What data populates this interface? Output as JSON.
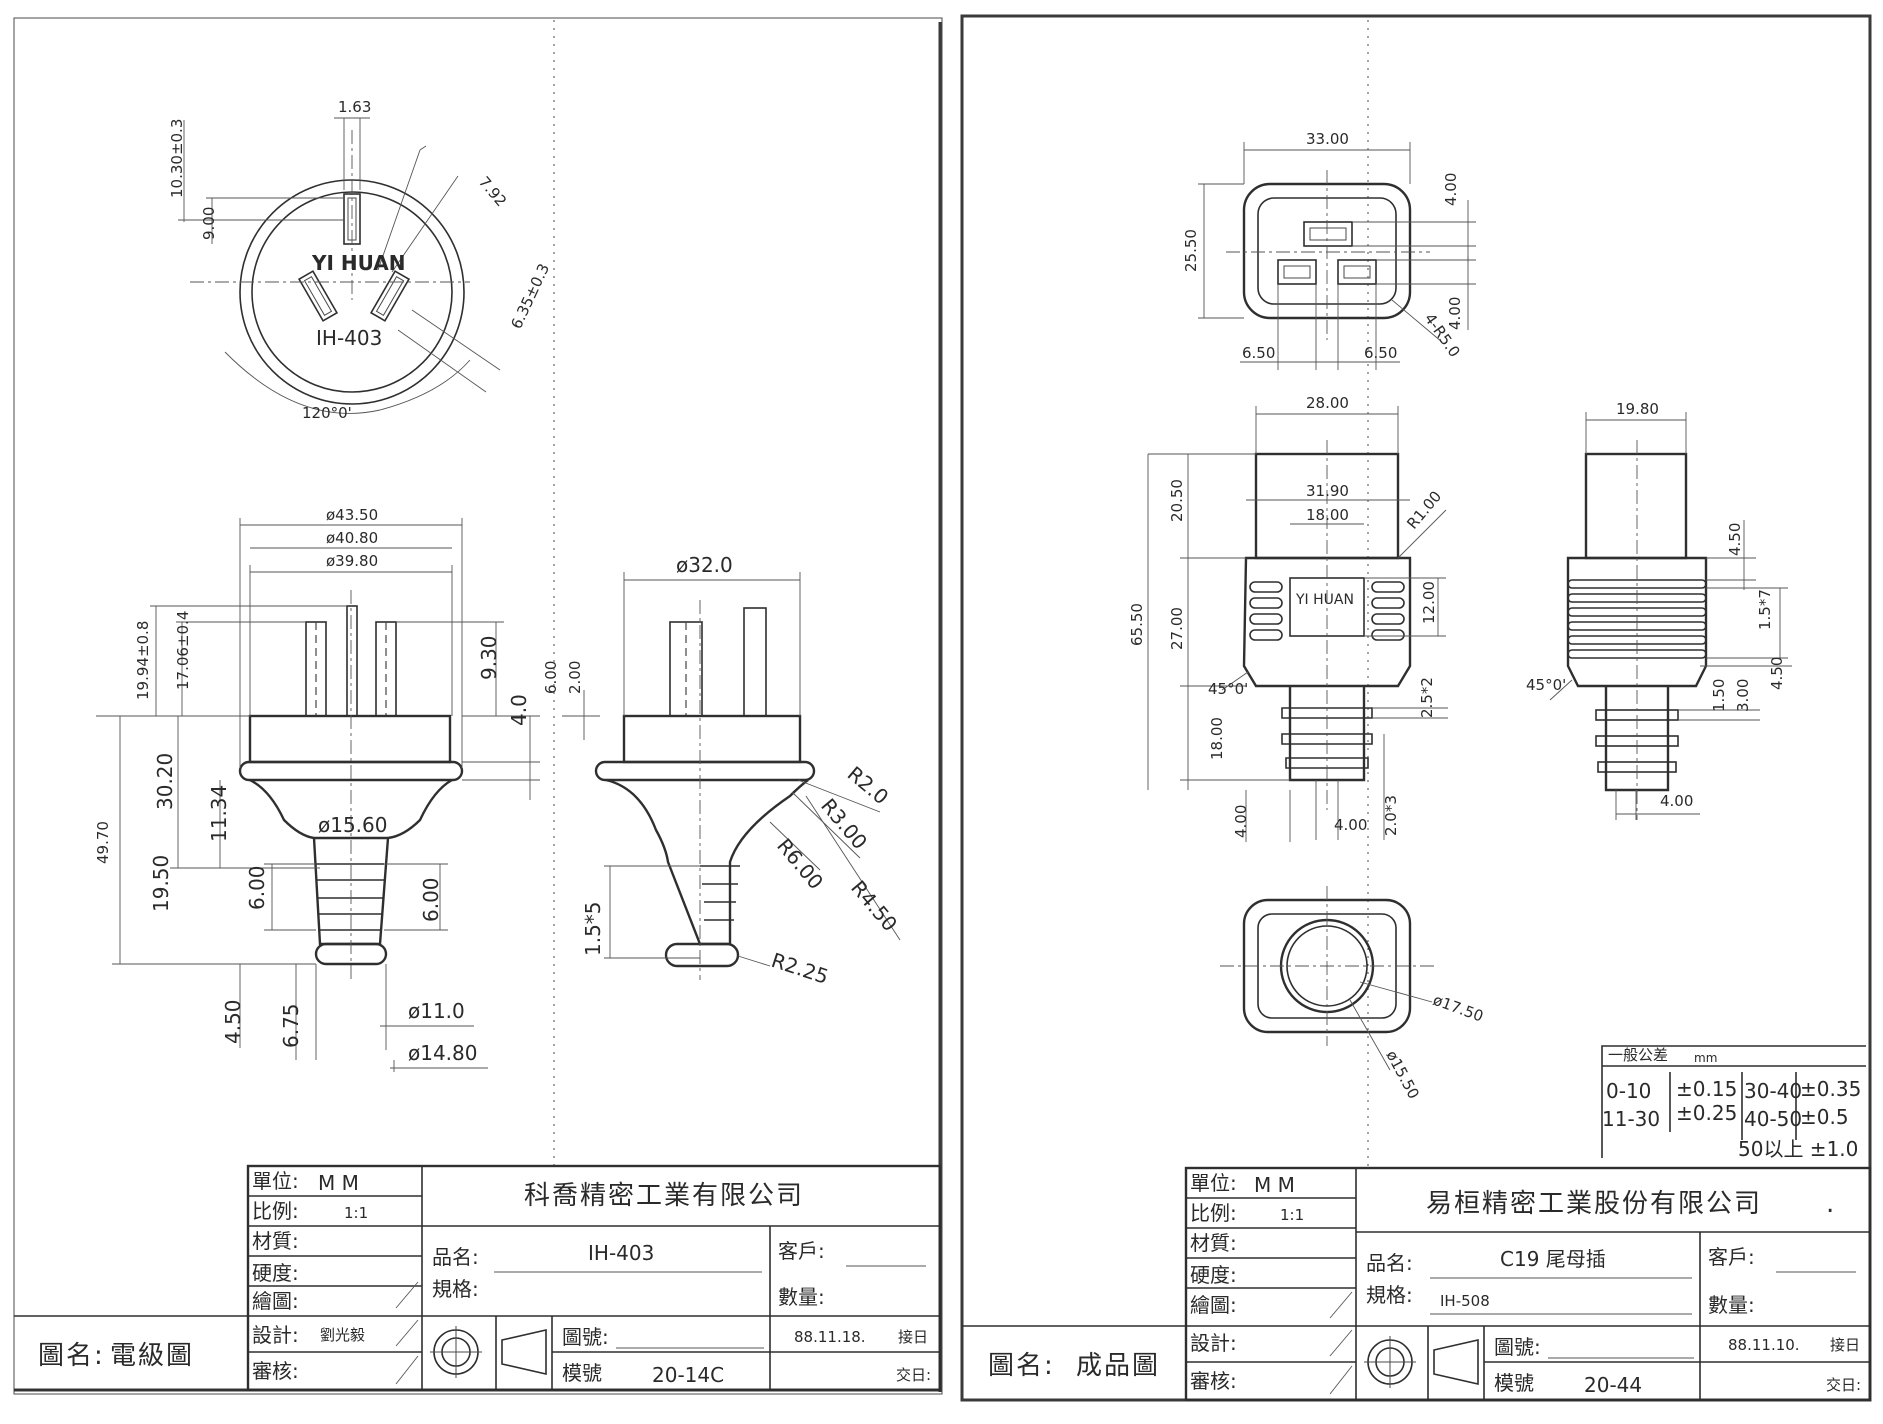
{
  "left_sheet": {
    "face_view": {
      "dims": [
        "1.63",
        "10.30±0.3",
        "9.00",
        "7.92",
        "6.35±0.3",
        "120°0'"
      ],
      "markings": [
        "YI HUAN",
        "IH-403"
      ]
    },
    "front_view": {
      "dims": [
        "ø43.50",
        "ø40.80",
        "ø39.80",
        "19.94±0.8",
        "17.06±0.4",
        "9.30",
        "4.0",
        "6.00",
        "2.00",
        "30.20",
        "11.34",
        "49.70",
        "ø15.60",
        "6.00",
        "6.00",
        "19.50",
        "4.50",
        "6.75",
        "ø11.0",
        "ø14.80"
      ]
    },
    "side_view": {
      "dims": [
        "ø32.0",
        "R2.0",
        "R3.00",
        "R6.00",
        "R4.50",
        "1.5*5",
        "R2.25"
      ]
    },
    "title_block": {
      "unit_label": "單位:",
      "unit_value": "M  M",
      "scale_label": "比例:",
      "scale_value": "1:1",
      "material_label": "材質:",
      "hardness_label": "硬度:",
      "drawn_label": "繪圖:",
      "design_label": "設計:",
      "design_value": "劉光毅",
      "review_label": "審核:",
      "company": "科喬精密工業有限公司",
      "product_label": "品名:",
      "product_value": "IH-403",
      "spec_label": "規格:",
      "customer_label": "客戶:",
      "quantity_label": "數量:",
      "drawing_no_label": "圖號:",
      "mold_no_label": "模號",
      "mold_no_value": "20-14C",
      "date": "88.11.18.",
      "receive_label": "接日",
      "deliver_label": "交日:",
      "drawing_name_label": "圖名:",
      "drawing_name_value": "電級圖"
    }
  },
  "right_sheet": {
    "top_view": {
      "dims": [
        "33.00",
        "25.50",
        "4.00",
        "4.00",
        "4-R5.0",
        "6.50",
        "6.50"
      ]
    },
    "front_view": {
      "dims": [
        "28.00",
        "31.90",
        "18.00",
        "R1.00",
        "20.50",
        "65.50",
        "27.00",
        "12.00",
        "45°0'",
        "2.5*2",
        "18.00",
        "4.00",
        "4.00",
        "2.0*3"
      ],
      "marking": "YI HUAN"
    },
    "side_view": {
      "dims": [
        "19.80",
        "4.50",
        "1.5*7",
        "45°0'",
        "1.50",
        "3.00",
        "4.50",
        "4.00"
      ]
    },
    "end_view": {
      "dims": [
        "ø17.50",
        "ø15.50"
      ]
    },
    "tolerance_table": {
      "title": "一般公差",
      "unit": "mm",
      "rows": [
        [
          "0-10",
          "±0.15",
          "30-40",
          "±0.35"
        ],
        [
          "11-30",
          "±0.25",
          "40-50",
          "±0.5"
        ]
      ],
      "extra": "50以上  ±1.0"
    },
    "title_block": {
      "unit_label": "單位:",
      "unit_value": "M  M",
      "scale_label": "比例:",
      "scale_value": "1:1",
      "material_label": "材質:",
      "hardness_label": "硬度:",
      "drawn_label": "繪圖:",
      "design_label": "設計:",
      "review_label": "審核:",
      "company": "易桓精密工業股份有限公司",
      "company_mark": ".",
      "product_label": "品名:",
      "product_value": "C19 尾母插",
      "spec_label": "規格:",
      "spec_value": "IH-508",
      "customer_label": "客戶:",
      "quantity_label": "數量:",
      "drawing_no_label": "圖號:",
      "mold_no_label": "模號",
      "mold_no_value": "20-44",
      "date": "88.11.10.",
      "receive_label": "接日",
      "deliver_label": "交日:",
      "drawing_name_label": "圖名:",
      "drawing_name_value": "成品圖"
    }
  }
}
